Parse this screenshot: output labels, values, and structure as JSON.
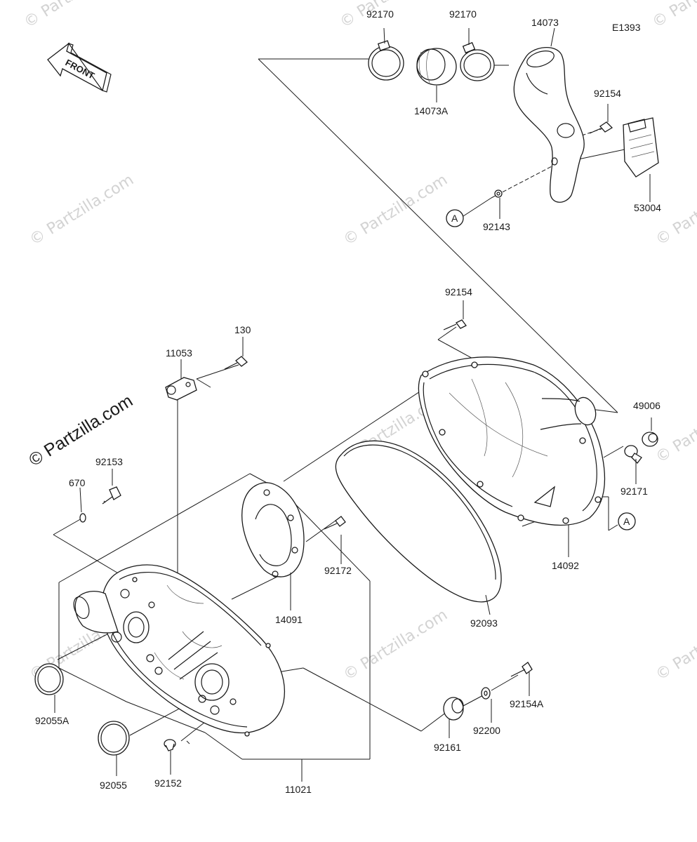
{
  "diagram": {
    "code": "E1393",
    "front_label": "FRONT",
    "ref_mark": "A",
    "watermark": "© Partzilla.com"
  },
  "callouts": {
    "c92170a": "92170",
    "c92170b": "92170",
    "c14073": "14073",
    "c14073A": "14073A",
    "c92154top": "92154",
    "c53004": "53004",
    "c92143": "92143",
    "c92154mid": "92154",
    "c130": "130",
    "c11053": "11053",
    "c49006": "49006",
    "c92171": "92171",
    "c92153": "92153",
    "c670": "670",
    "c92172": "92172",
    "c14092": "14092",
    "c14091": "14091",
    "c92093": "92093",
    "c92154A": "92154A",
    "c92200": "92200",
    "c92161": "92161",
    "c92055A": "92055A",
    "c92055": "92055",
    "c92152": "92152",
    "c11021": "11021"
  }
}
